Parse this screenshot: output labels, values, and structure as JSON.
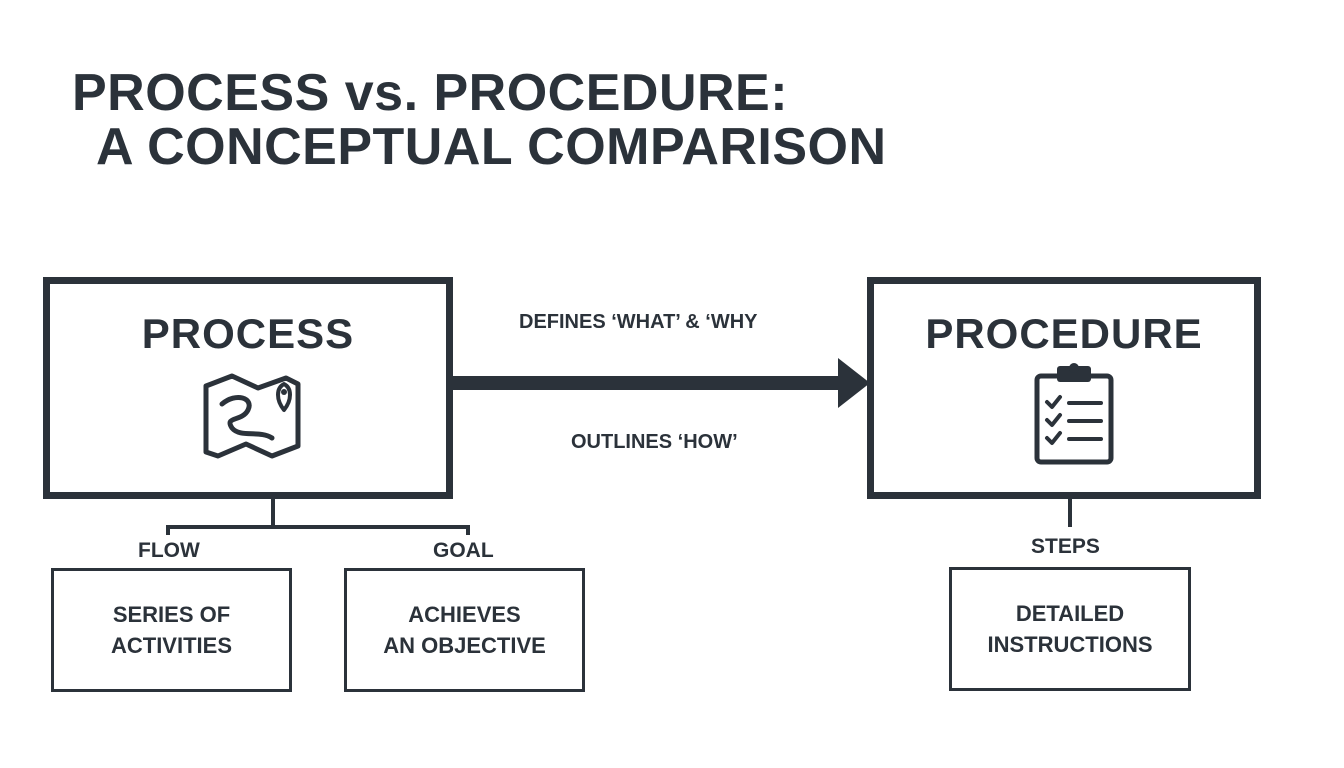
{
  "title": {
    "line1": "PROCESS vs. PROCEDURE:",
    "line2": "A CONCEPTUAL COMPARISON"
  },
  "process": {
    "heading": "PROCESS",
    "icon": "map-route-icon",
    "branches": [
      {
        "label": "FLOW",
        "lines": [
          "SERIES OF",
          "ACTIVITIES"
        ]
      },
      {
        "label": "GOAL",
        "lines": [
          "ACHIEVES",
          "AN OBJECTIVE"
        ]
      }
    ]
  },
  "arrow": {
    "top_label": "DEFINES ‘WHAT’ & ‘WHY",
    "bottom_label": "OUTLINES ‘HOW’"
  },
  "procedure": {
    "heading": "PROCEDURE",
    "icon": "clipboard-checklist-icon",
    "branch": {
      "label": "STEPS",
      "lines": [
        "DETAILED",
        "INSTRUCTIONS"
      ]
    }
  },
  "colors": {
    "ink": "#2b323a",
    "background": "#ffffff"
  }
}
